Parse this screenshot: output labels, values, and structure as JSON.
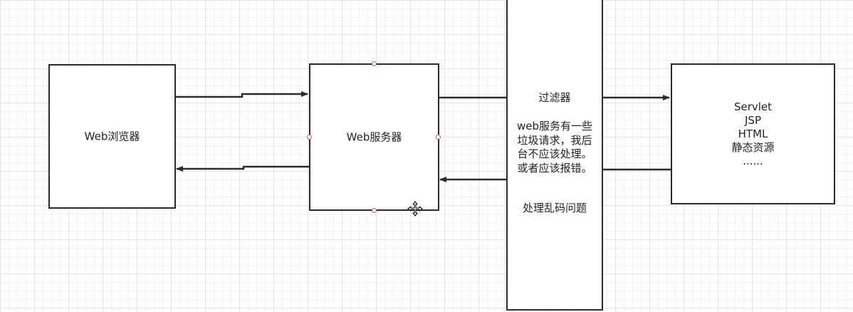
{
  "diagram": {
    "browser": {
      "label": "Web浏览器"
    },
    "server": {
      "label": "Web服务器"
    },
    "filter": {
      "title": "过滤器",
      "description_lines": [
        "web服务有一些",
        "垃圾请求，我后",
        "台不应该处理。",
        "或者应该报错。"
      ],
      "note": "处理乱码问题"
    },
    "resources": {
      "items": [
        "Servlet",
        "JSP",
        "HTML",
        "静态资源",
        "......"
      ]
    },
    "connectors": [
      {
        "from": "browser",
        "to": "server",
        "direction": "forward"
      },
      {
        "from": "server",
        "to": "browser",
        "direction": "back"
      },
      {
        "from": "server",
        "to": "resources",
        "direction": "forward"
      },
      {
        "from": "resources",
        "to": "server",
        "direction": "back"
      }
    ],
    "icons": {
      "cursor": "move-cursor-icon"
    }
  }
}
